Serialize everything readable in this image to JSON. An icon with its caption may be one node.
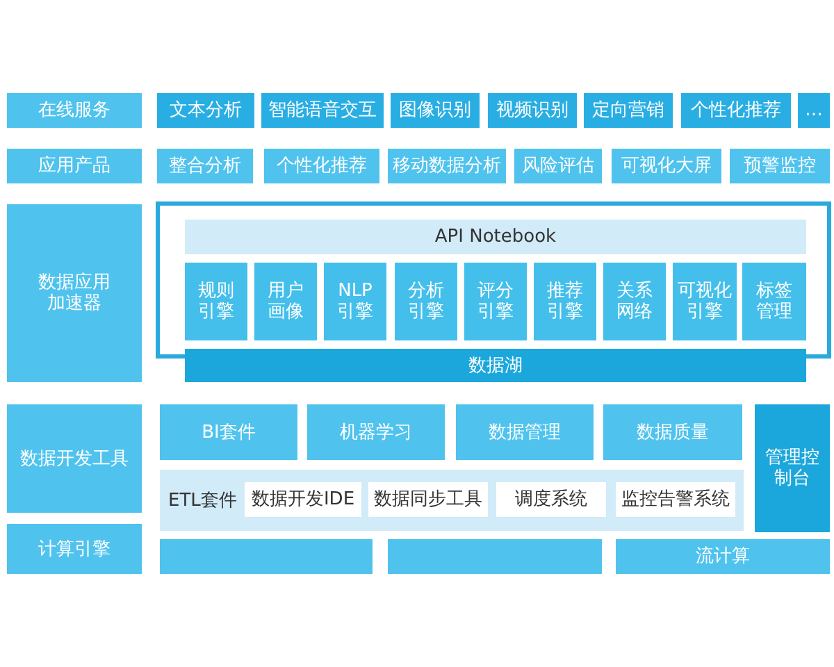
{
  "diagram": {
    "nodes": [
      {
        "text": [
          "在线服务"
        ]
      },
      {
        "text": [
          "文本分析"
        ]
      },
      {
        "text": [
          "智能语音交互"
        ]
      },
      {
        "text": [
          "图像识别"
        ]
      },
      {
        "text": [
          "视频识别"
        ]
      },
      {
        "text": [
          "定向营销"
        ]
      },
      {
        "text": [
          "个性化推荐"
        ]
      },
      {
        "text": [
          "…"
        ]
      },
      {
        "text": [
          "应用产品"
        ]
      },
      {
        "text": [
          "整合分析"
        ]
      },
      {
        "text": [
          "个性化推荐"
        ]
      },
      {
        "text": [
          "移动数据分析"
        ]
      },
      {
        "text": [
          "风险评估"
        ]
      },
      {
        "text": [
          "可视化大屏"
        ]
      },
      {
        "text": [
          "预警监控"
        ]
      },
      {
        "text": [
          "数据应用加速器"
        ]
      },
      {
        "text": [],
        "shape": "box"
      },
      {
        "text": [
          "API Notebook"
        ],
        "in": 16
      },
      {
        "text": [
          "规则引擎"
        ],
        "in": 16
      },
      {
        "text": [
          "用户画像"
        ],
        "in": 16
      },
      {
        "text": [
          "NLP引擎"
        ],
        "in": 16
      },
      {
        "text": [
          "分析引擎"
        ],
        "in": 16
      },
      {
        "text": [
          "评分引擎"
        ],
        "in": 16
      },
      {
        "text": [
          "推荐引擎"
        ],
        "in": 16
      },
      {
        "text": [
          "关系网络"
        ],
        "in": 16
      },
      {
        "text": [
          "可视化引擎"
        ],
        "in": 16
      },
      {
        "text": [
          "标签管理"
        ],
        "in": 16
      },
      {
        "text": [
          "数据湖"
        ]
      },
      {
        "text": [
          "数据开发工具"
        ]
      },
      {
        "text": [
          "BI套件"
        ]
      },
      {
        "text": [
          "机器学习"
        ]
      },
      {
        "text": [
          "数据管理"
        ]
      },
      {
        "text": [
          "数据质量"
        ]
      },
      {
        "text": [
          "管理控制台"
        ]
      },
      {
        "text": [
          "ETL套件"
        ]
      },
      {
        "text": [
          "数据开发IDE"
        ],
        "in": 34
      },
      {
        "text": [
          "数据同步工具"
        ],
        "in": 34
      },
      {
        "text": [
          "调度系统"
        ],
        "in": 34
      },
      {
        "text": [
          "监控告警系统"
        ],
        "in": 34
      },
      {
        "text": [
          "计算引擎"
        ]
      },
      {
        "text": [],
        "shape": "box"
      },
      {
        "text": [],
        "shape": "box"
      },
      {
        "text": [
          "流计算"
        ]
      }
    ]
  }
}
